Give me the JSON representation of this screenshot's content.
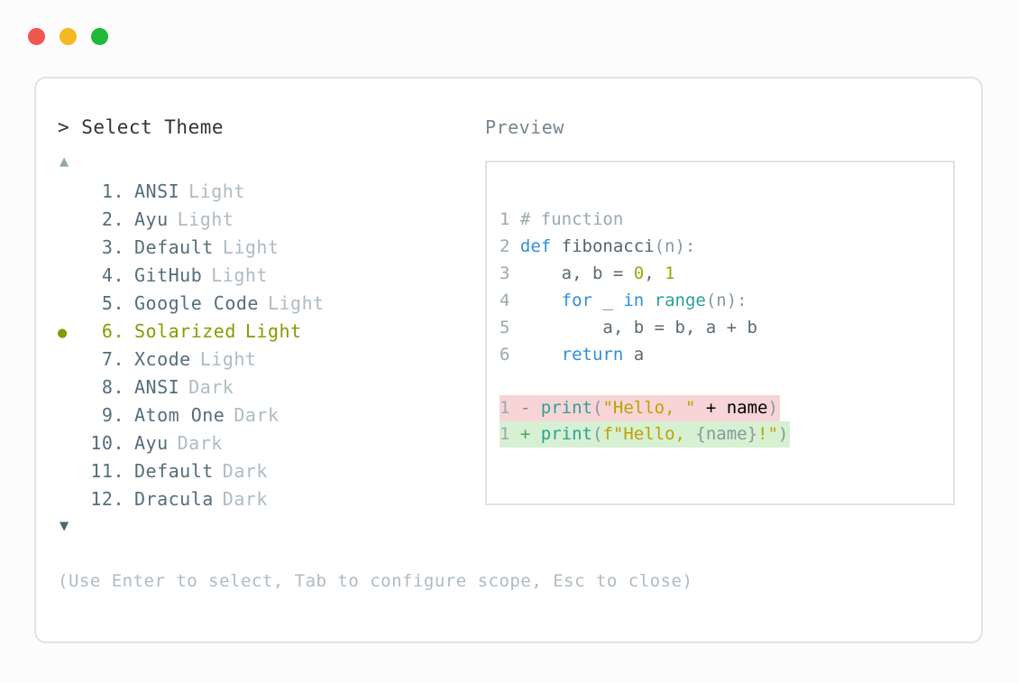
{
  "window": {
    "buttons": [
      {
        "name": "close",
        "color": "#f1574f"
      },
      {
        "name": "minimize",
        "color": "#f5b81f"
      },
      {
        "name": "maximize",
        "color": "#1fb93a"
      }
    ]
  },
  "picker": {
    "prompt": "> Select Theme",
    "scroll_up_icon": "▲",
    "scroll_down_icon": "▼",
    "selected_bullet": "●",
    "selected_index": 6,
    "accent_color": "#8a9a00",
    "items": [
      {
        "number": "1.",
        "name": "ANSI",
        "variant": "Light",
        "selected": false
      },
      {
        "number": "2.",
        "name": "Ayu",
        "variant": "Light",
        "selected": false
      },
      {
        "number": "3.",
        "name": "Default",
        "variant": "Light",
        "selected": false
      },
      {
        "number": "4.",
        "name": "GitHub",
        "variant": "Light",
        "selected": false
      },
      {
        "number": "5.",
        "name": "Google Code",
        "variant": "Light",
        "selected": false
      },
      {
        "number": "6.",
        "name": "Solarized",
        "variant": "Light",
        "selected": true
      },
      {
        "number": "7.",
        "name": "Xcode",
        "variant": "Light",
        "selected": false
      },
      {
        "number": "8.",
        "name": "ANSI",
        "variant": "Dark",
        "selected": false
      },
      {
        "number": "9.",
        "name": "Atom One",
        "variant": "Dark",
        "selected": false
      },
      {
        "number": "10.",
        "name": "Ayu",
        "variant": "Dark",
        "selected": false
      },
      {
        "number": "11.",
        "name": "Default",
        "variant": "Dark",
        "selected": false
      },
      {
        "number": "12.",
        "name": "Dracula",
        "variant": "Dark",
        "selected": false
      }
    ]
  },
  "preview": {
    "label": "Preview",
    "code_lines": [
      {
        "lnum": "1",
        "tokens": [
          {
            "t": "# function",
            "c": "cmt"
          }
        ]
      },
      {
        "lnum": "2",
        "tokens": [
          {
            "t": "def ",
            "c": "kw"
          },
          {
            "t": "fibonacci",
            "c": "fn"
          },
          {
            "t": "(n):",
            "c": "punct"
          }
        ]
      },
      {
        "lnum": "3",
        "tokens": [
          {
            "t": "    a, b = ",
            "c": ""
          },
          {
            "t": "0",
            "c": "num"
          },
          {
            "t": ", ",
            "c": ""
          },
          {
            "t": "1",
            "c": "num"
          }
        ]
      },
      {
        "lnum": "4",
        "tokens": [
          {
            "t": "    ",
            "c": ""
          },
          {
            "t": "for",
            "c": "kw"
          },
          {
            "t": " _ ",
            "c": ""
          },
          {
            "t": "in",
            "c": "kw"
          },
          {
            "t": " ",
            "c": ""
          },
          {
            "t": "range",
            "c": "builtin"
          },
          {
            "t": "(n):",
            "c": "punct"
          }
        ]
      },
      {
        "lnum": "5",
        "tokens": [
          {
            "t": "        a, b = b, a + b",
            "c": ""
          }
        ]
      },
      {
        "lnum": "6",
        "tokens": [
          {
            "t": "    ",
            "c": ""
          },
          {
            "t": "return",
            "c": "kw"
          },
          {
            "t": " a",
            "c": ""
          }
        ]
      }
    ],
    "diff_lines": [
      {
        "lnum": "1",
        "marker": "-",
        "kind": "del",
        "tokens": [
          {
            "t": "print",
            "c": "builtin"
          },
          {
            "t": "(",
            "c": "punct"
          },
          {
            "t": "\"Hello, \"",
            "c": "str"
          },
          {
            "t": " + name",
            "c": ""
          },
          {
            "t": ")",
            "c": "punct"
          }
        ]
      },
      {
        "lnum": "1",
        "marker": "+",
        "kind": "add",
        "tokens": [
          {
            "t": "print",
            "c": "builtin"
          },
          {
            "t": "(",
            "c": "punct"
          },
          {
            "t": "f\"Hello, ",
            "c": "str"
          },
          {
            "t": "{name}",
            "c": "punct"
          },
          {
            "t": "!\"",
            "c": "str"
          },
          {
            "t": ")",
            "c": "punct"
          }
        ]
      }
    ]
  },
  "footer": {
    "hint": "(Use Enter to select, Tab to configure scope, Esc to close)"
  }
}
